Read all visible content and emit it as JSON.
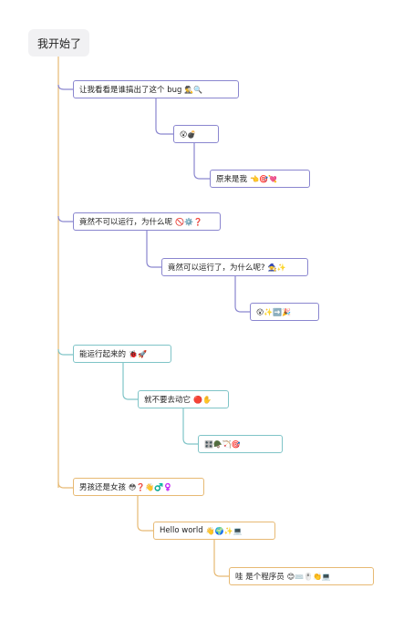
{
  "root": {
    "label": "我开始了"
  },
  "branches": [
    {
      "color": "#8a86cf",
      "label": "让我看看是谁搞出了这个 bug",
      "emoji": "🕵️‍♂️🔍",
      "children": [
        {
          "label": "",
          "emoji": "😮💣",
          "children": [
            {
              "label": "原来是我",
              "emoji": "👈🎯💘"
            }
          ]
        }
      ]
    },
    {
      "color": "#8a86cf",
      "label": "竟然不可以运行，为什么呢",
      "emoji": "🚫⚙️❓",
      "children": [
        {
          "label": "竟然可以运行了，为什么呢?",
          "emoji": "🧙✨",
          "children": [
            {
              "label": "",
              "emoji": "😮✨➡️🎉"
            }
          ]
        }
      ]
    },
    {
      "color": "#7fc4c7",
      "label": "能运行起来的",
      "emoji": "🐞🚀",
      "children": [
        {
          "label": "就不要去动它",
          "emoji": "🔴✋",
          "children": [
            {
              "label": "",
              "emoji": "🎛️🪖🏹🎯"
            }
          ]
        }
      ]
    },
    {
      "color": "#e7b973",
      "label": "男孩还是女孩",
      "emoji": "😳❓👋♂️♀️",
      "children": [
        {
          "label": "Hello world",
          "emoji": "👋🌍✨💻",
          "children": [
            {
              "label": "哇 是个程序员",
              "emoji": "😊⌨️🖱️👏💻"
            }
          ]
        }
      ]
    }
  ]
}
